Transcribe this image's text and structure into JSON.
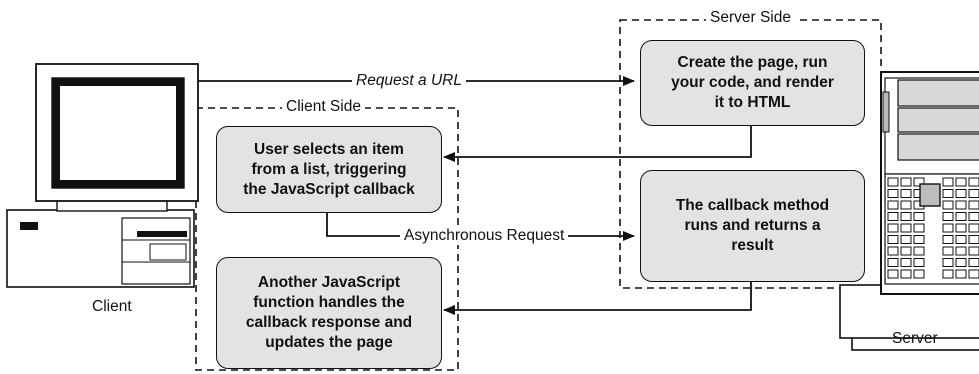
{
  "regions": {
    "client_side": "Client Side",
    "server_side": "Server Side"
  },
  "nodes": {
    "client_label": "Client",
    "server_label": "Server"
  },
  "steps": {
    "server_create": "Create the page, run\nyour code, and render\nit to HTML",
    "client_select": "User selects an item\nfrom a list, triggering\nthe JavaScript callback",
    "server_callback": "The callback method\nruns and returns a\nresult",
    "client_handle": "Another JavaScript\nfunction handles the\ncallback response and\nupdates the page"
  },
  "arrows": {
    "request_url": "Request a URL",
    "async_request": "Asynchronous Request"
  }
}
